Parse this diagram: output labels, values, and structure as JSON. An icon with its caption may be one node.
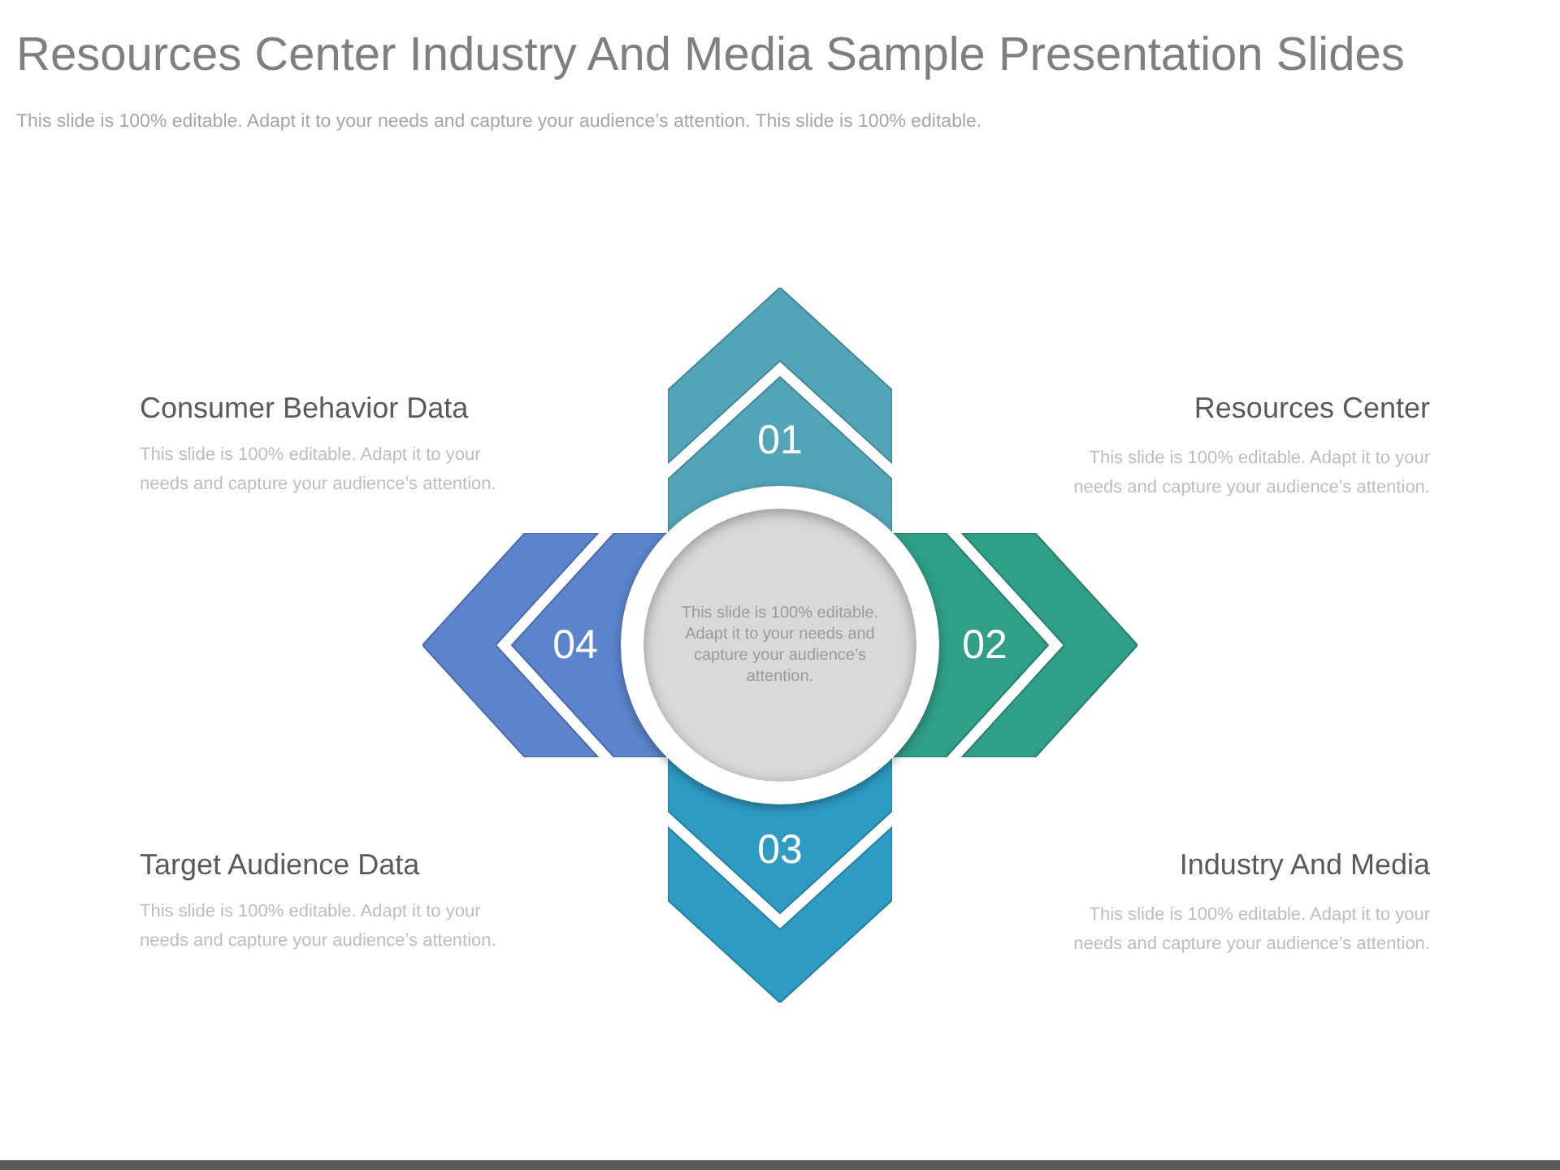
{
  "diagram": {
    "title": "Resources Center Industry And Media Sample Presentation Slides",
    "nodes": [
      {
        "text": [
          "01"
        ]
      },
      {
        "text": [
          "04"
        ]
      },
      {
        "text": [
          "This slide is 100% editable. Adapt it to your needs and capture your audience’s attention."
        ]
      },
      {
        "text": [
          "02"
        ]
      },
      {
        "text": [
          "03"
        ]
      }
    ],
    "labels": [
      "This slide is 100% editable. Adapt it to your needs and capture your audience’s attention. This slide is 100% editable.",
      "Consumer Behavior Data",
      "This slide is 100% editable. Adapt it to your needs and capture your audience’s attention.",
      "Resources Center",
      "This slide is 100% editable. Adapt it to your needs and capture your audience’s attention.",
      "Target Audience Data",
      "This slide is 100% editable. Adapt it to your needs and capture your audience’s attention.",
      "Industry And Media",
      "This slide is 100% editable. Adapt it to your needs and capture your audience’s attention."
    ]
  }
}
